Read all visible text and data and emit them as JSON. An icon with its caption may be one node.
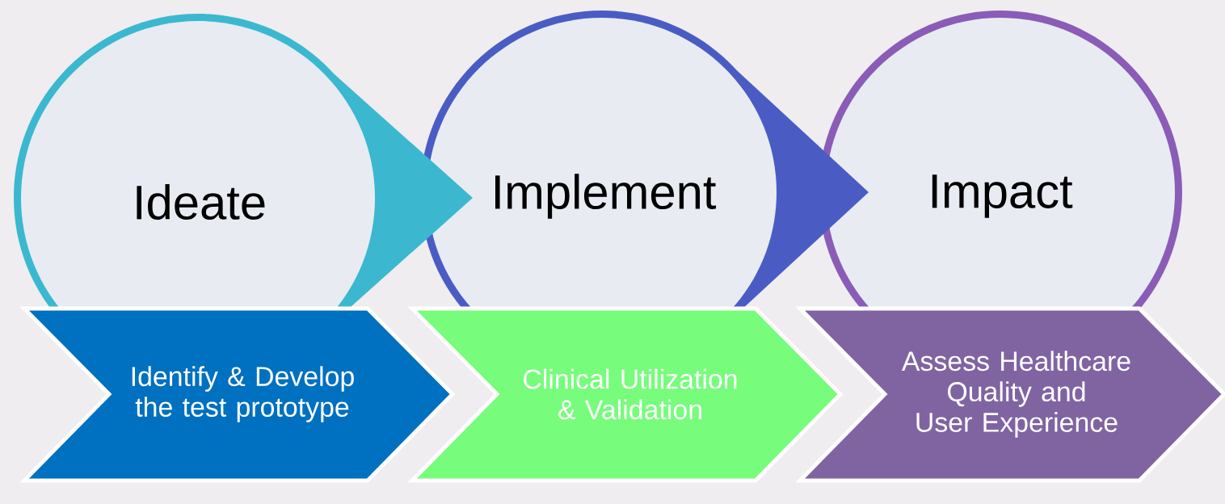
{
  "diagram": {
    "nodes": [
      {
        "text": [
          "Ideate"
        ]
      },
      {
        "text": [
          "Implement"
        ]
      },
      {
        "text": [
          "Impact"
        ]
      },
      {
        "text": [
          "Identify & Develop the test prototype"
        ]
      },
      {
        "text": [
          "Clinical Utilization & Validation"
        ]
      },
      {
        "text": [
          "Assess Healthcare Quality and User Experience"
        ]
      }
    ]
  }
}
